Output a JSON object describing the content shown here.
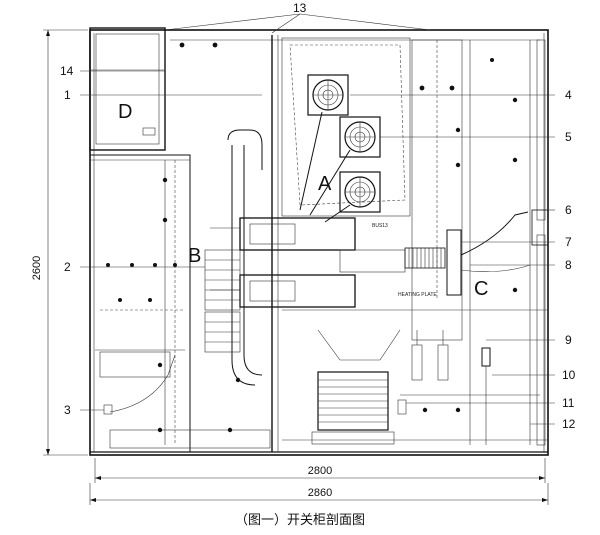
{
  "callouts": [
    {
      "id": "1",
      "text": "1"
    },
    {
      "id": "2",
      "text": "2"
    },
    {
      "id": "3",
      "text": "3"
    },
    {
      "id": "4",
      "text": "4"
    },
    {
      "id": "5",
      "text": "5"
    },
    {
      "id": "6",
      "text": "6"
    },
    {
      "id": "7",
      "text": "7"
    },
    {
      "id": "8",
      "text": "8"
    },
    {
      "id": "9",
      "text": "9"
    },
    {
      "id": "10",
      "text": "10"
    },
    {
      "id": "11",
      "text": "11"
    },
    {
      "id": "12",
      "text": "12"
    },
    {
      "id": "13",
      "text": "13"
    },
    {
      "id": "14",
      "text": "14"
    }
  ],
  "zones": {
    "A": "A",
    "B": "B",
    "C": "C",
    "D": "D"
  },
  "dimensions": {
    "height": "2600",
    "width_inner": "2800",
    "width_outer": "2860"
  },
  "small_labels": {
    "bus": "BUS13",
    "heating_plate": "HEATING PLATE"
  },
  "caption": "（图一）开关柜剖面图"
}
